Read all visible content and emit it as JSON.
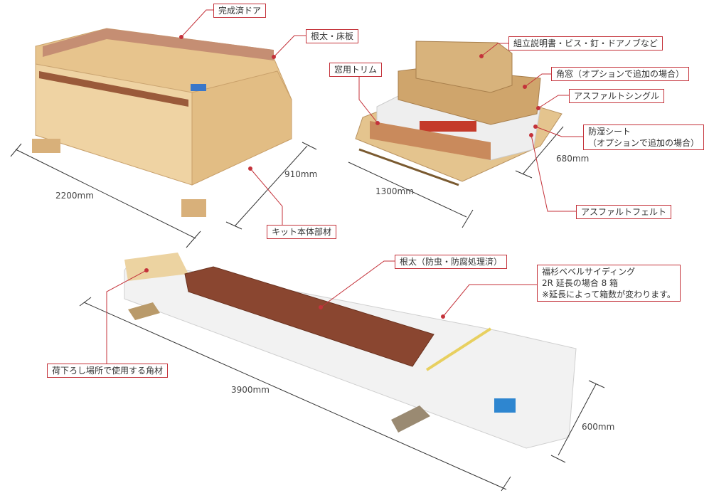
{
  "labels": {
    "door": "完成済ドア",
    "joist_floor": "根太・床板",
    "manual": "組立説明書・ビス・釘・ドアノブなど",
    "window_trim": "窓用トリム",
    "window": "角窓（オプションで追加の場合）",
    "shingle": "アスファルトシングル",
    "moisture_1": "防湿シート",
    "moisture_2": "（オプションで追加の場合）",
    "felt": "アスファルトフェルト",
    "kit": "キット本体部材",
    "joist_treated": "根太（防虫・防腐処理済）",
    "siding_1": "福杉ベベルサイディング",
    "siding_2": "2R 延長の場合 8 箱",
    "siding_3": "※延長によって箱数が変わります。",
    "unload": "荷下ろし場所で使用する角材"
  },
  "dimensions": {
    "a_len": "2200mm",
    "a_dep": "910mm",
    "b_len": "1300mm",
    "b_dep": "680mm",
    "c_len": "3900mm",
    "c_dep": "600mm"
  },
  "colors": {
    "callout": "#c4323a",
    "wood": "#e9c98f",
    "brown": "#8a4a2e",
    "box": "#c9a36a"
  }
}
